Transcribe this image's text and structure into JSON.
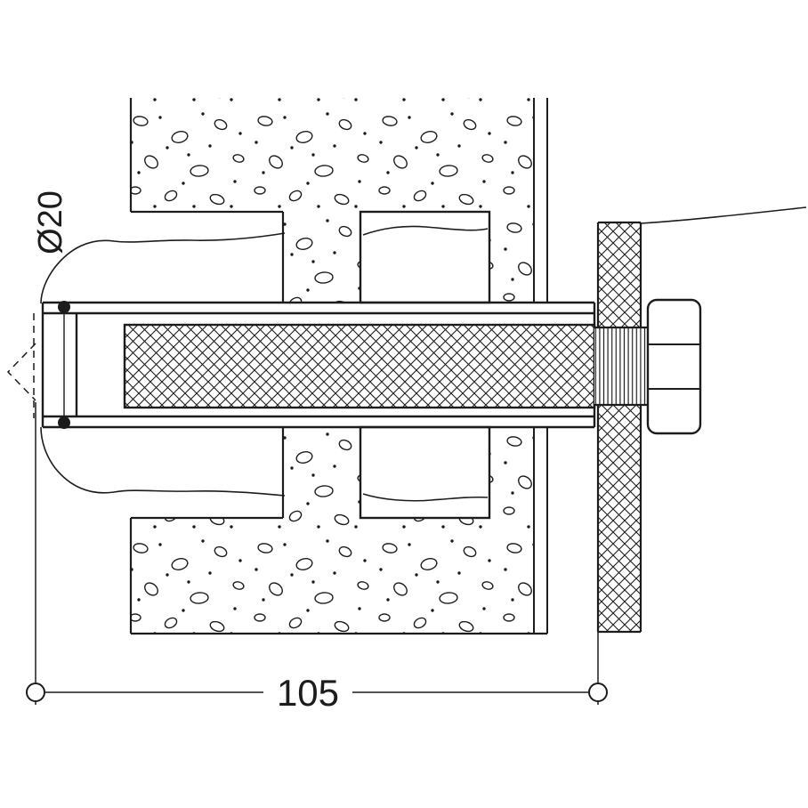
{
  "drawing": {
    "kind": "technical-section-drawing",
    "subject": "anchor-bolt-fixing-in-concrete-with-facade-panel",
    "labels": {
      "length_dimension": "105",
      "diameter_dimension": "Ø20"
    },
    "colors": {
      "line": "#1c1c1c",
      "background": "#ffffff"
    }
  }
}
